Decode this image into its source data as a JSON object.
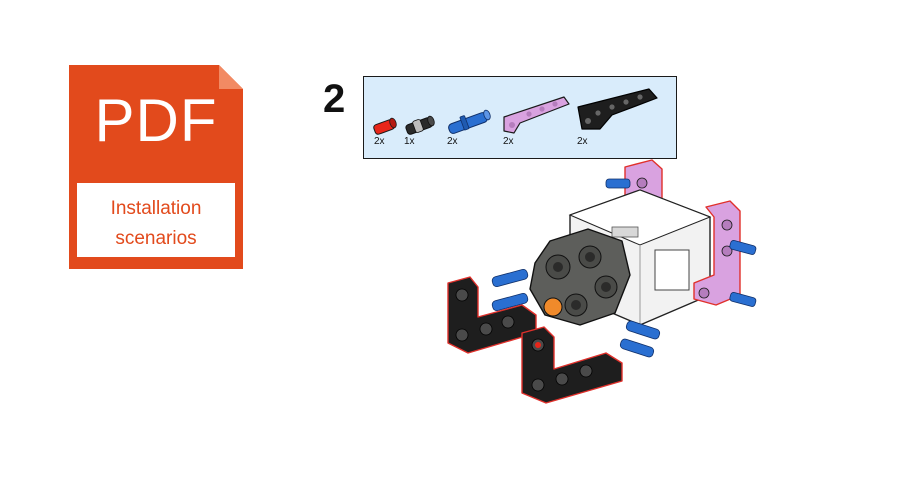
{
  "pdf_icon": {
    "label": "PDF",
    "caption_line1": "Installation",
    "caption_line2": "scenarios",
    "color": "#e24a1c"
  },
  "step": {
    "number": "2"
  },
  "parts": [
    {
      "name": "red-axle-pin",
      "qty": "2x",
      "color": "#e8261a"
    },
    {
      "name": "black-pin-connector",
      "qty": "1x",
      "color": "#2a2a2a"
    },
    {
      "name": "blue-long-pin",
      "qty": "2x",
      "color": "#2a6fd1"
    },
    {
      "name": "lavender-angled-beam",
      "qty": "2x",
      "color": "#d9a2e0"
    },
    {
      "name": "black-angled-beam",
      "qty": "2x",
      "color": "#1e1e1e"
    }
  ],
  "assembly": {
    "motor_color": "#f2f2f2",
    "hub_color": "#5d5e5b",
    "badge_color": "#f08a2b"
  }
}
